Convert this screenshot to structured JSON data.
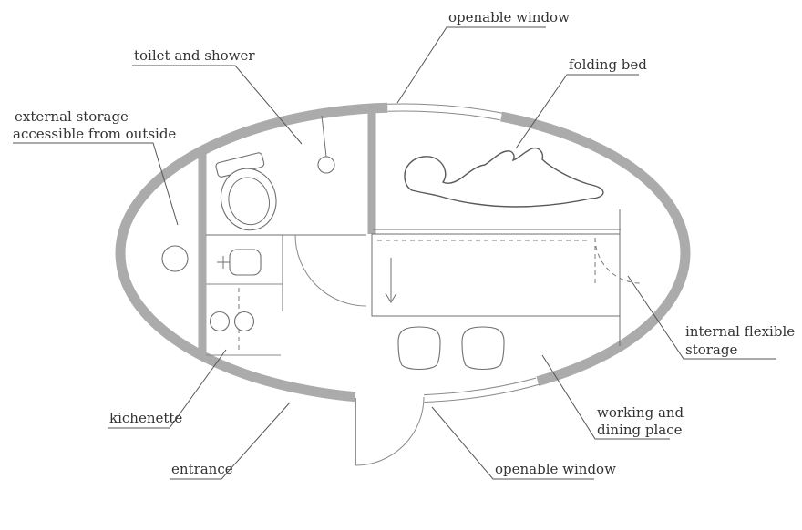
{
  "page": {
    "background": "#ffffff"
  },
  "diagram": {
    "type": "floor-plan",
    "subject": "elliptical capsule micro-home floor plan with annotated rooms and fixtures",
    "colors": {
      "wall": "#ababab",
      "line": "#6f6f6f",
      "label_text": "#333333"
    },
    "labels": {
      "openable_window_top": "openable window",
      "toilet_and_shower": "toilet and shower",
      "folding_bed": "folding bed",
      "external_storage": {
        "line1": "external storage",
        "line2": "accessible from outside"
      },
      "internal_flexible_storage": {
        "line1": "internal flexible",
        "line2": "storage"
      },
      "kitchenette": "kichenette",
      "entrance": "entrance",
      "openable_window_bottom": "openable window",
      "working_and_dining": {
        "line1": "working and",
        "line2": "dining place"
      }
    }
  }
}
